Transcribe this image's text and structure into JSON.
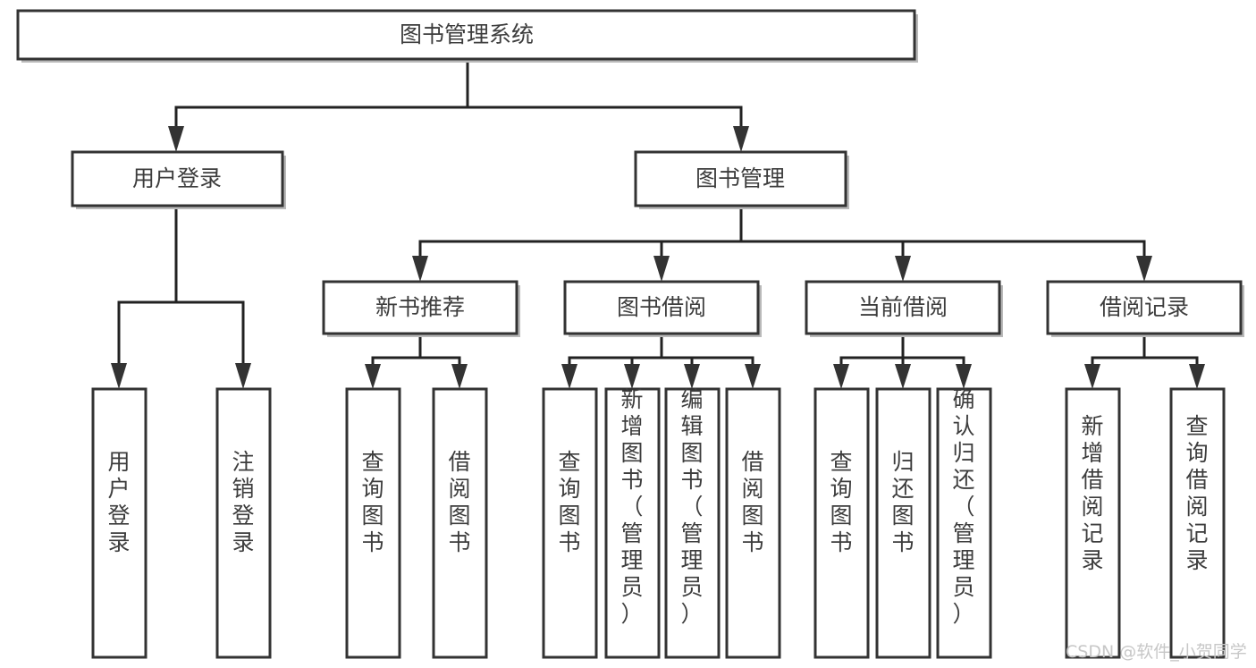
{
  "diagram": {
    "type": "tree-hierarchy-chart",
    "title": "图书管理系统",
    "orientation": "top-down",
    "colors": {
      "node_fill": "#ffffff",
      "node_stroke": "#333333",
      "edge": "#222222",
      "text": "#3d3d3d",
      "watermark": "#c7c7c7"
    },
    "levels": {
      "level1": [
        "图书管理系统"
      ],
      "level2": [
        "用户登录",
        "图书管理"
      ],
      "level3": [
        "新书推荐",
        "图书借阅",
        "当前借阅",
        "借阅记录"
      ],
      "level4": [
        "用户登录",
        "注销登录",
        "查询图书",
        "借阅图书",
        "查询图书",
        "新增图书（管理员）",
        "编辑图书（管理员）",
        "借阅图书",
        "查询图书",
        "归还图书",
        "确认归还（管理员）",
        "新增借阅记录",
        "查询借阅记录"
      ]
    },
    "nodes": {
      "root": {
        "label": "图书管理系统"
      },
      "user_login": {
        "label": "用户登录"
      },
      "book_manage": {
        "label": "图书管理"
      },
      "new_book_rec": {
        "label": "新书推荐"
      },
      "book_borrow": {
        "label": "图书借阅"
      },
      "current_borrow": {
        "label": "当前借阅"
      },
      "borrow_record": {
        "label": "借阅记录"
      },
      "leaf_user_login": {
        "label": "用户登录"
      },
      "leaf_logout": {
        "label": "注销登录"
      },
      "leaf_query_book_a": {
        "label": "查询图书"
      },
      "leaf_borrow_book_a": {
        "label": "借阅图书"
      },
      "leaf_query_book_b": {
        "label": "查询图书"
      },
      "leaf_add_book": {
        "label": "新增图书（管理员）"
      },
      "leaf_edit_book": {
        "label": "编辑图书（管理员）"
      },
      "leaf_borrow_book_b": {
        "label": "借阅图书"
      },
      "leaf_query_book_c": {
        "label": "查询图书"
      },
      "leaf_return_book": {
        "label": "归还图书"
      },
      "leaf_confirm_return": {
        "label": "确认归还（管理员）"
      },
      "leaf_add_record": {
        "label": "新增借阅记录"
      },
      "leaf_query_record": {
        "label": "查询借阅记录"
      }
    },
    "edges": [
      {
        "from": "root",
        "to": "user_login"
      },
      {
        "from": "root",
        "to": "book_manage"
      },
      {
        "from": "user_login",
        "to": "leaf_user_login"
      },
      {
        "from": "user_login",
        "to": "leaf_logout"
      },
      {
        "from": "book_manage",
        "to": "new_book_rec"
      },
      {
        "from": "book_manage",
        "to": "book_borrow"
      },
      {
        "from": "book_manage",
        "to": "current_borrow"
      },
      {
        "from": "book_manage",
        "to": "borrow_record"
      },
      {
        "from": "new_book_rec",
        "to": "leaf_query_book_a"
      },
      {
        "from": "new_book_rec",
        "to": "leaf_borrow_book_a"
      },
      {
        "from": "book_borrow",
        "to": "leaf_query_book_b"
      },
      {
        "from": "book_borrow",
        "to": "leaf_add_book"
      },
      {
        "from": "book_borrow",
        "to": "leaf_edit_book"
      },
      {
        "from": "book_borrow",
        "to": "leaf_borrow_book_b"
      },
      {
        "from": "current_borrow",
        "to": "leaf_query_book_c"
      },
      {
        "from": "current_borrow",
        "to": "leaf_return_book"
      },
      {
        "from": "current_borrow",
        "to": "leaf_confirm_return"
      },
      {
        "from": "borrow_record",
        "to": "leaf_add_record"
      },
      {
        "from": "borrow_record",
        "to": "leaf_query_record"
      }
    ]
  },
  "watermark": {
    "text": "CSDN @软件_小贺同学"
  }
}
